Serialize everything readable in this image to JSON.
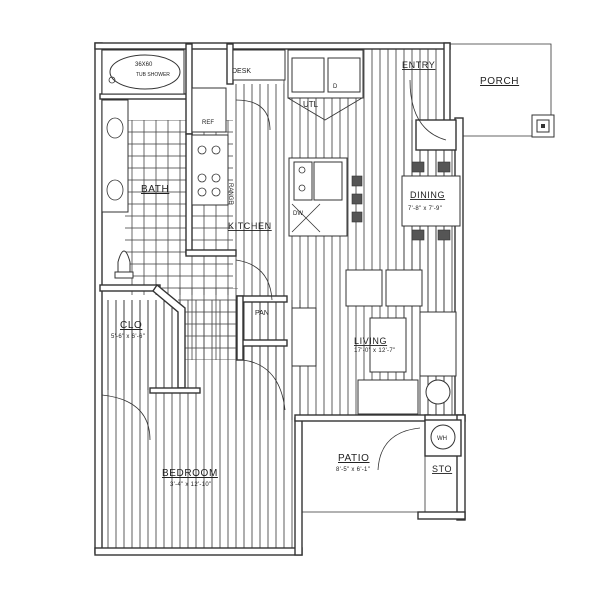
{
  "rooms": {
    "porch": "PORCH",
    "entry": "ENTRY",
    "utility": "UTL",
    "desk": "DESK",
    "dining": "DINING",
    "dining_dim": "7'-8\" x 7'-9\"",
    "bath": "BATH",
    "kitchen": "KITCHEN",
    "pantry": "PAN",
    "closet": "CLO",
    "closet_dim": "5'-6\" x 6'-6\"",
    "living": "LIVING",
    "living_dim": "17'-0\" x 12'-7\"",
    "patio": "PATIO",
    "patio_dim": "8'-5\" x 6'-1\"",
    "storage": "STO",
    "bedroom": "BEDROOM",
    "bedroom_dim": "3'-4\" x 12'-10\""
  },
  "fixtures": {
    "shower_size": "36X60",
    "shower_type": "TUB SHOWER",
    "refrigerator": "REF",
    "range": "RANGE",
    "dishwasher": "DW",
    "water_heater": "WH",
    "dryer": "D"
  }
}
